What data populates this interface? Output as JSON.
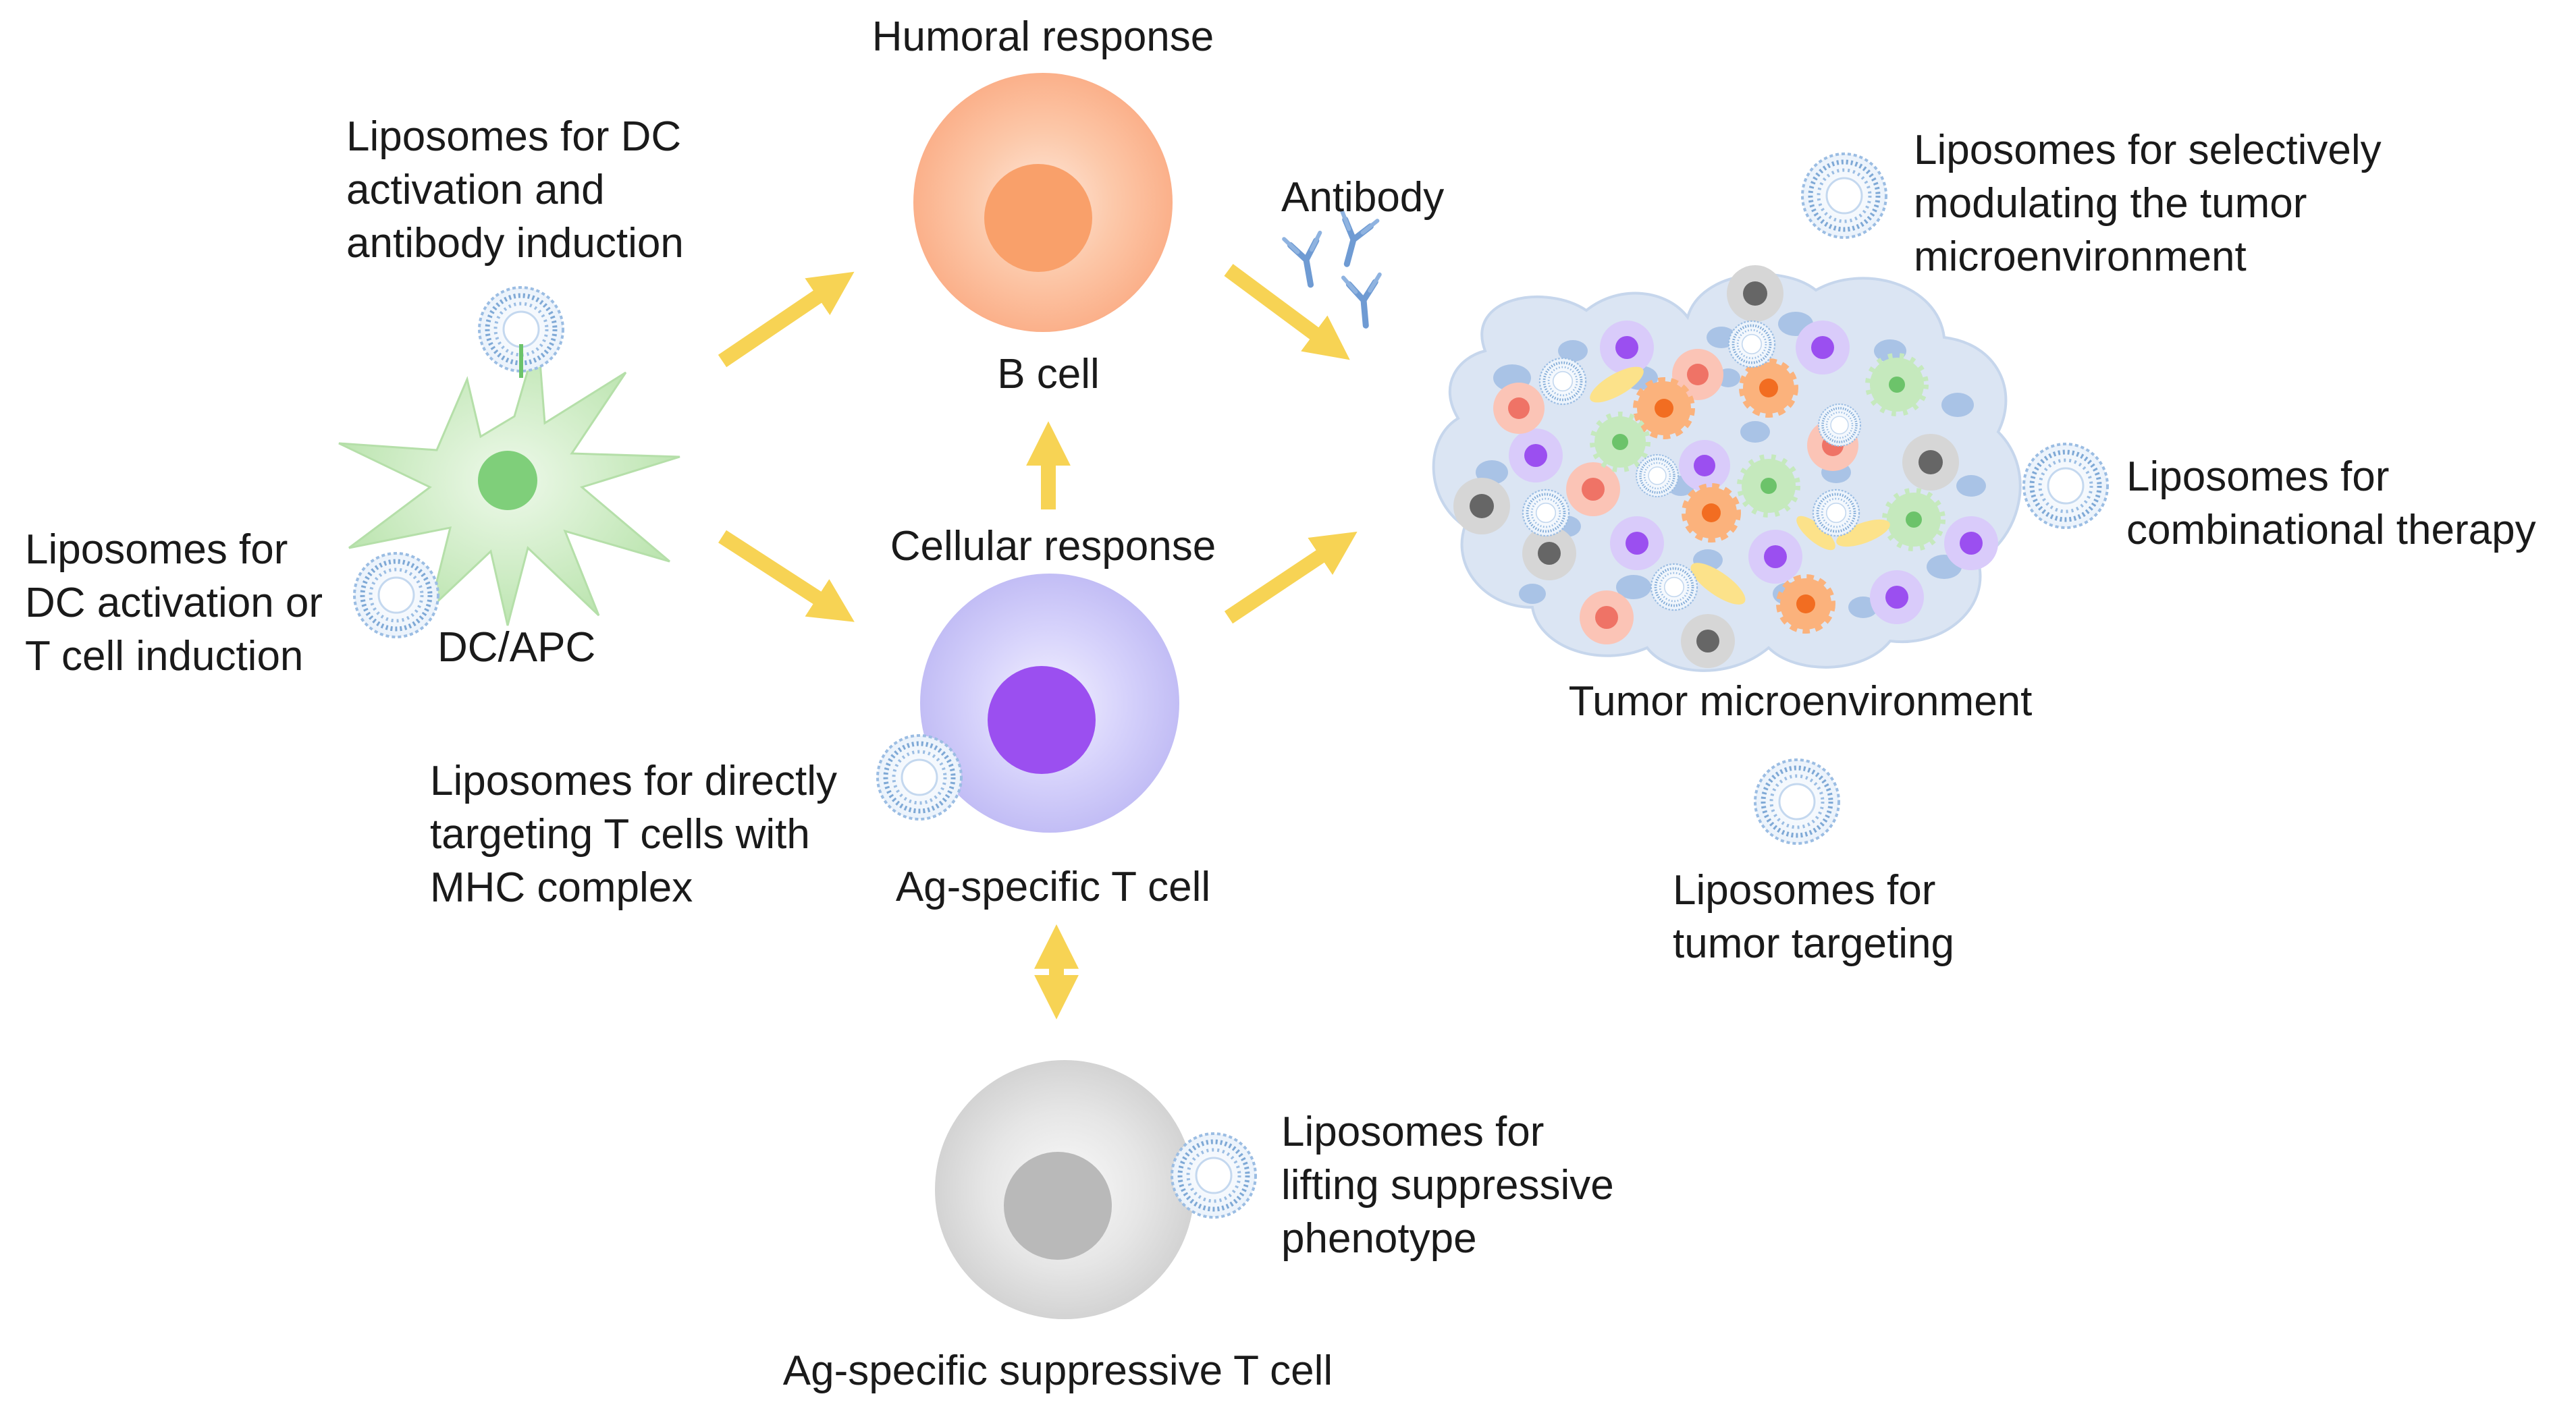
{
  "labels": {
    "humoral_response": "Humoral response",
    "b_cell": "B cell",
    "antibody": "Antibody",
    "cellular_response": "Cellular response",
    "dc_apc": "DC/APC",
    "tumor_microenvironment": "Tumor microenvironment",
    "ag_specific_t_cell": "Ag-specific T cell",
    "ag_specific_suppressive_t_cell": "Ag-specific suppressive T cell"
  },
  "captions": {
    "dc_antibody": [
      "Liposomes for DC",
      "activation and",
      "antibody induction"
    ],
    "dc_tcell": [
      "Liposomes for",
      "DC activation or",
      "T cell induction"
    ],
    "selective_tme": [
      "Liposomes for selectively",
      "modulating the tumor",
      "microenvironment"
    ],
    "combinational": [
      "Liposomes for",
      "combinational therapy"
    ],
    "tumor_targeting": [
      "Liposomes for",
      "tumor targeting"
    ],
    "direct_tcell": [
      "Liposomes for directly",
      "targeting T cells with",
      "MHC complex"
    ],
    "suppressive": [
      "Liposomes for",
      "lifting suppressive",
      "phenotype"
    ]
  },
  "colors": {
    "arrow": "#f7d354",
    "b_cell_outer": "#fbb58f",
    "b_cell_nucleus": "#f9a06a",
    "t_cell_outer": "#c9c5f7",
    "t_cell_nucleus": "#9b4ff0",
    "suppressive_outer": "#dadada",
    "suppressive_nucleus": "#b9b9b9",
    "dc_body": "#bfe6b3",
    "dc_nucleus": "#7fcf7a",
    "liposome": "#7fa9d6",
    "antibody": "#6f9bd3",
    "tumor_bg": "#d7e3f3"
  }
}
